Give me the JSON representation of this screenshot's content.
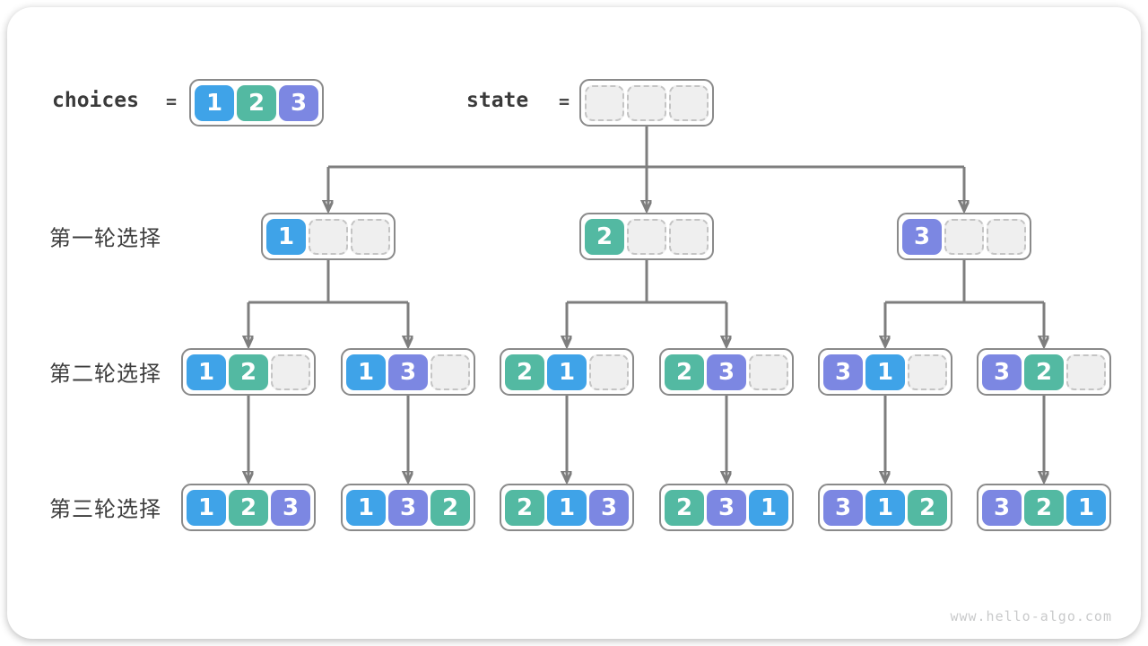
{
  "header": {
    "choices_label": "choices",
    "equals": "=",
    "state_label": "state",
    "choices_values": [
      "1",
      "2",
      "3"
    ],
    "state_values": [
      null,
      null,
      null
    ]
  },
  "row_labels": [
    "第一轮选择",
    "第二轮选择",
    "第三轮选择"
  ],
  "levels": [
    [
      [
        "1",
        null,
        null
      ],
      [
        "2",
        null,
        null
      ],
      [
        "3",
        null,
        null
      ]
    ],
    [
      [
        "1",
        "2",
        null
      ],
      [
        "1",
        "3",
        null
      ],
      [
        "2",
        "1",
        null
      ],
      [
        "2",
        "3",
        null
      ],
      [
        "3",
        "1",
        null
      ],
      [
        "3",
        "2",
        null
      ]
    ],
    [
      [
        "1",
        "2",
        "3"
      ],
      [
        "1",
        "3",
        "2"
      ],
      [
        "2",
        "1",
        "3"
      ],
      [
        "2",
        "3",
        "1"
      ],
      [
        "3",
        "1",
        "2"
      ],
      [
        "3",
        "2",
        "1"
      ]
    ]
  ],
  "colors": {
    "1": "#3fa3e8",
    "2": "#53b9a2",
    "3": "#7c87e2",
    "arrow": "#7e7e7e",
    "node_border": "#8a8a8a",
    "empty_cell": "#efefef"
  },
  "watermark": "www.hello-algo.com"
}
